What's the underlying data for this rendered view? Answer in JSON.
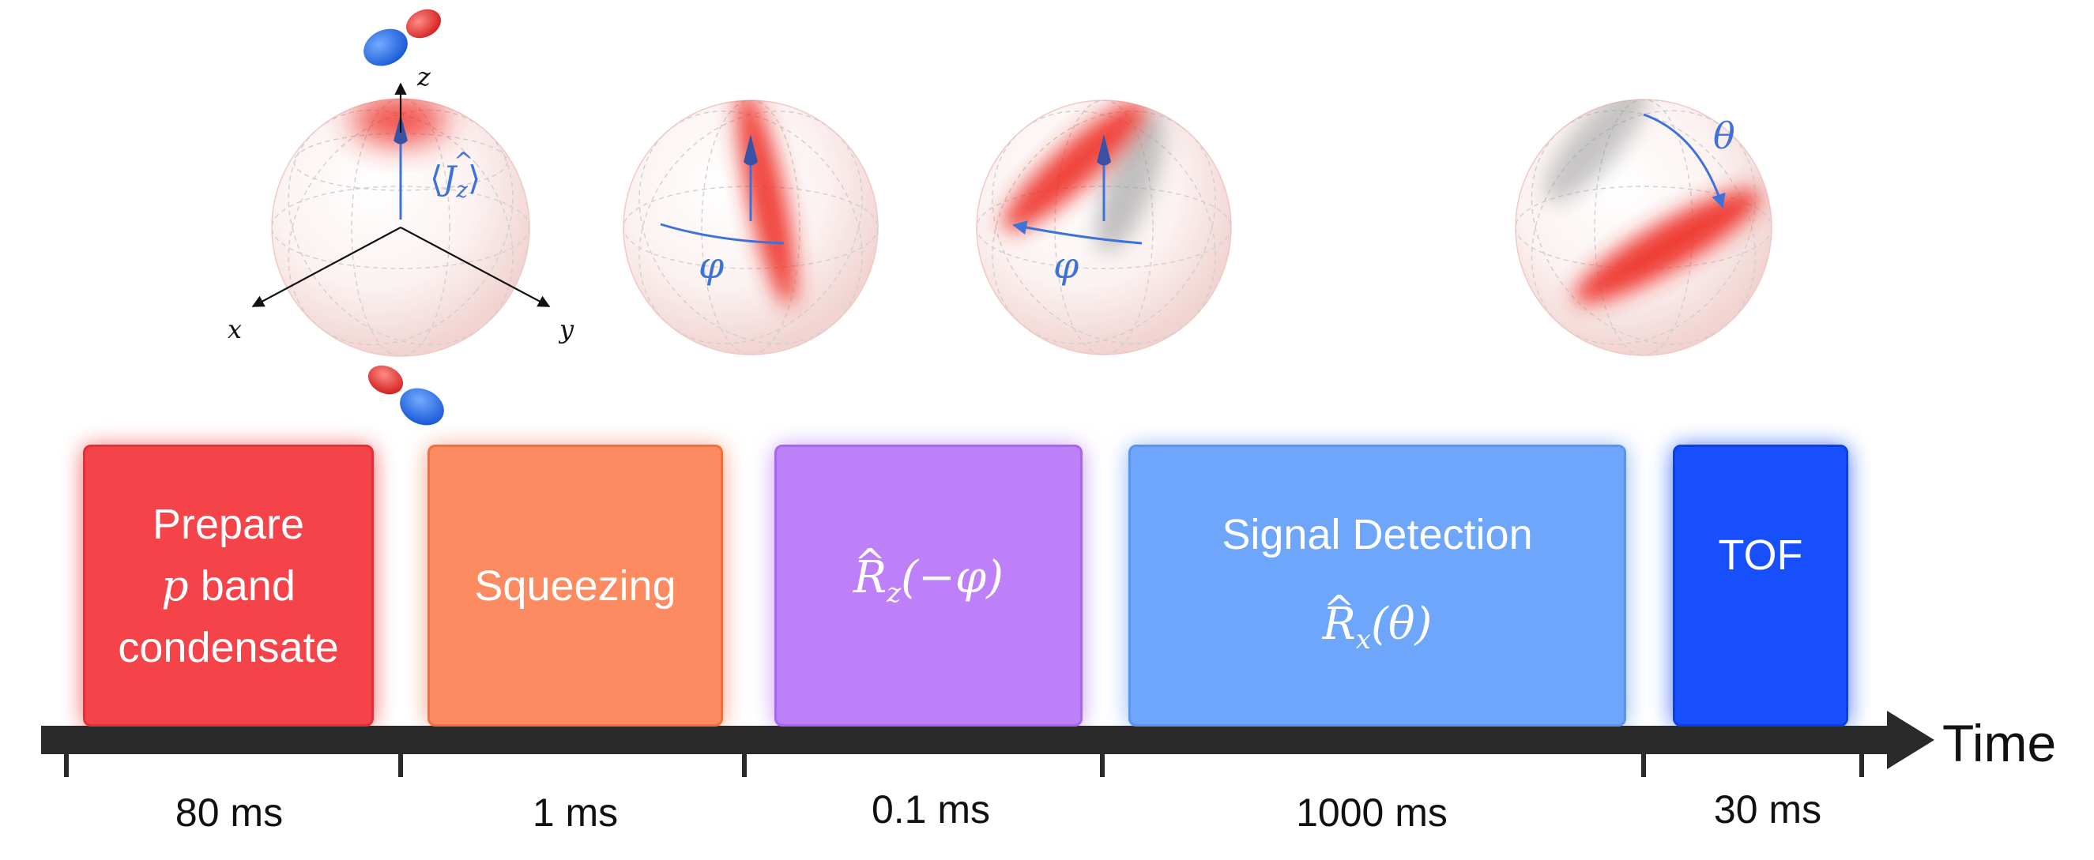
{
  "axes": {
    "z": "z",
    "x": "x",
    "y": "y"
  },
  "sphere_labels": {
    "jz": {
      "open": "⟨",
      "op": "J",
      "sub": "z",
      "close": "⟩"
    },
    "phi": "φ",
    "theta": "θ"
  },
  "stages": [
    {
      "id": "prepare",
      "color": "#f5434a",
      "line1": "Prepare",
      "line2_math": "p",
      "line2_text": " band",
      "line3": "condensate"
    },
    {
      "id": "squeezing",
      "color": "#fd8b62",
      "label": "Squeezing"
    },
    {
      "id": "rotation-z",
      "color": "#bd80f8",
      "op": "R",
      "sub": "z",
      "arg": "(−φ)"
    },
    {
      "id": "signal-detection",
      "color": "#6ea6fb",
      "label": "Signal Detection",
      "op": "R",
      "sub": "x",
      "arg": "(θ)"
    },
    {
      "id": "tof",
      "color": "#184ffc",
      "label": "TOF"
    }
  ],
  "timeline": {
    "label": "Time",
    "durations": [
      "80 ms",
      "1 ms",
      "0.1 ms",
      "1000 ms",
      "30 ms"
    ]
  }
}
